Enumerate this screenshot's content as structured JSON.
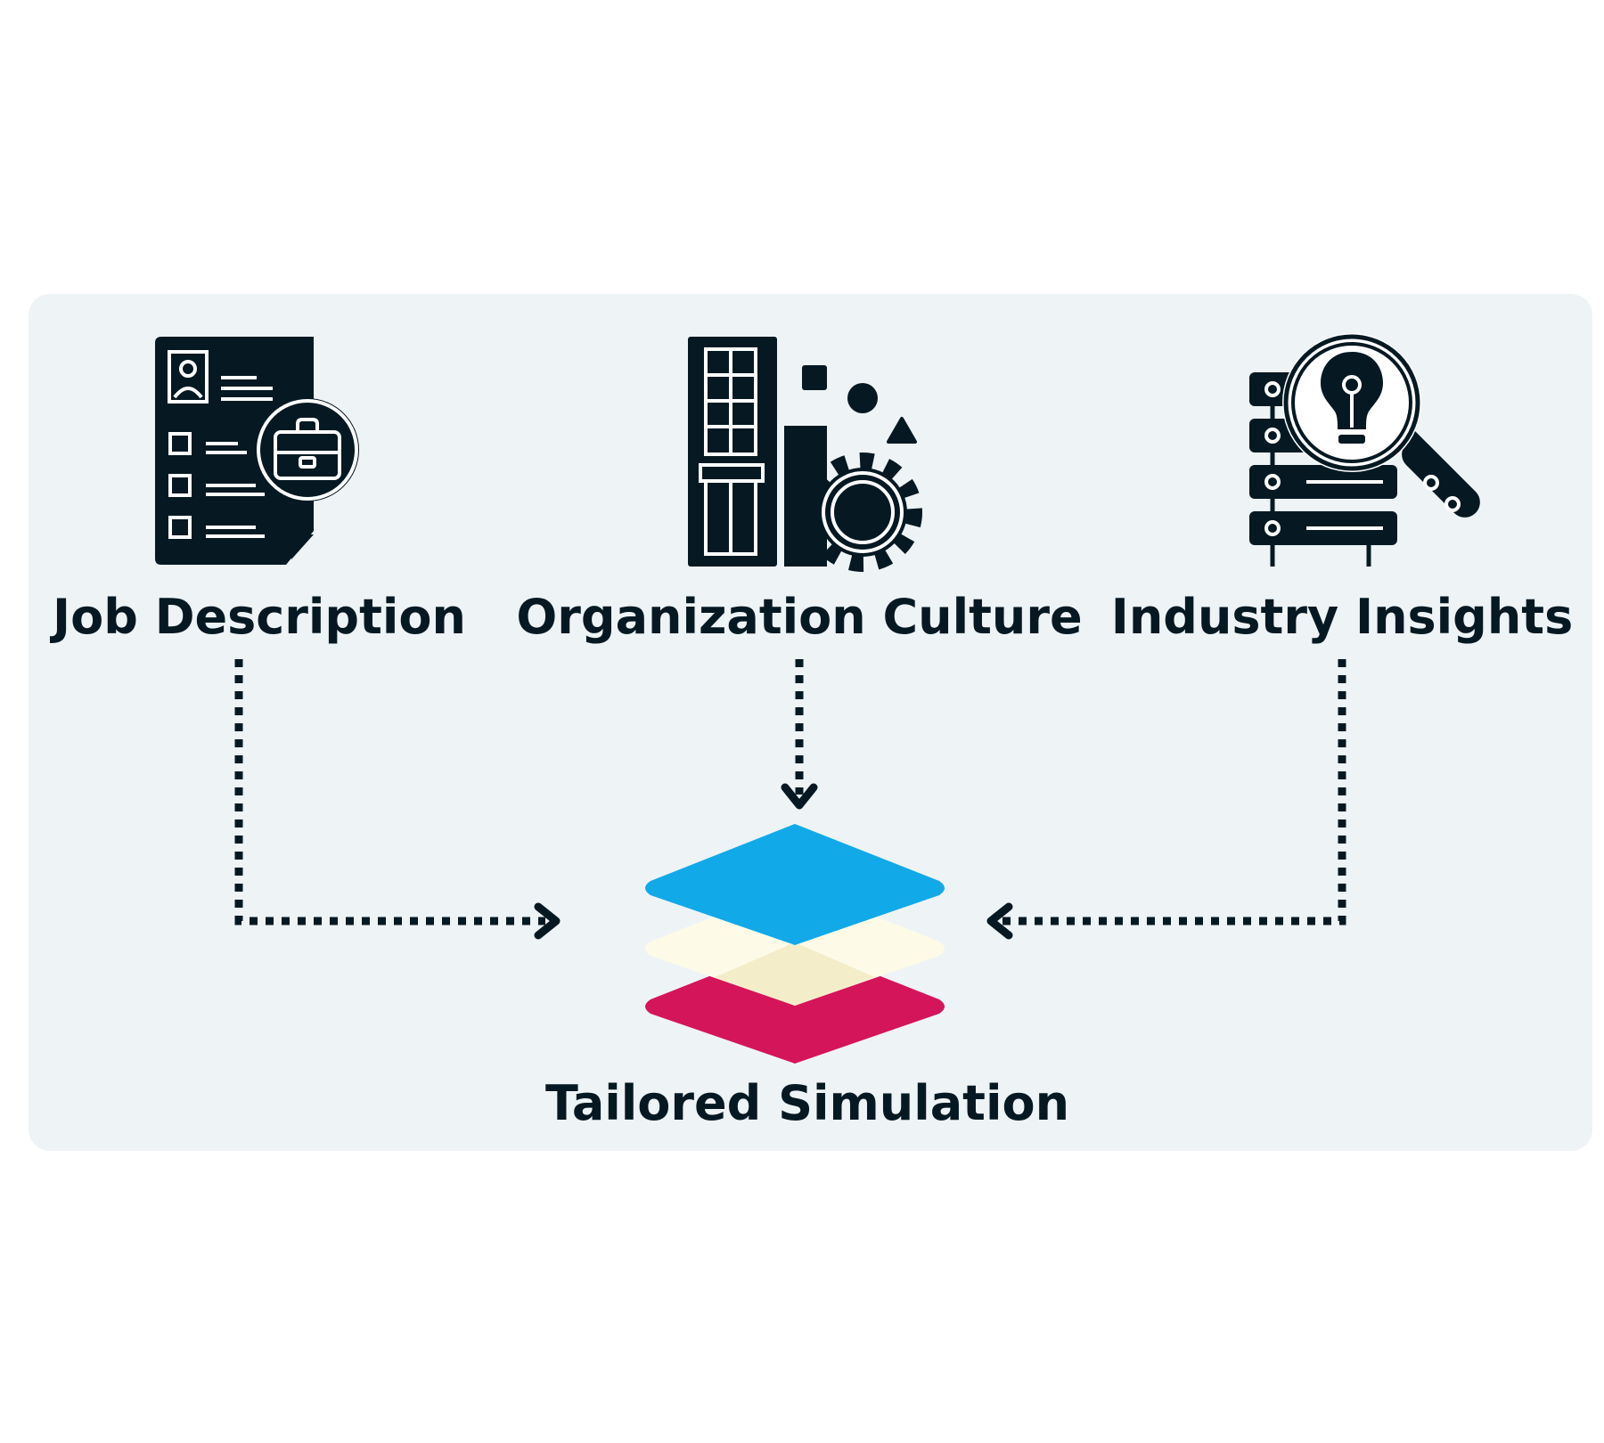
{
  "diagram": {
    "inputs": [
      {
        "label": "Job Description",
        "icon": "job-description-icon"
      },
      {
        "label": "Organization Culture",
        "icon": "organization-culture-icon"
      },
      {
        "label": "Industry Insights",
        "icon": "industry-insights-icon"
      }
    ],
    "output": {
      "label": "Tailored Simulation",
      "icon": "layers-stack-icon"
    }
  },
  "colors": {
    "page_background": "#ffffff",
    "panel_background": "#eef3f6",
    "ink": "#061922",
    "layer_top": "#12a9e8",
    "layer_middle": "#fdfbe8",
    "layer_bottom": "#d51559"
  }
}
